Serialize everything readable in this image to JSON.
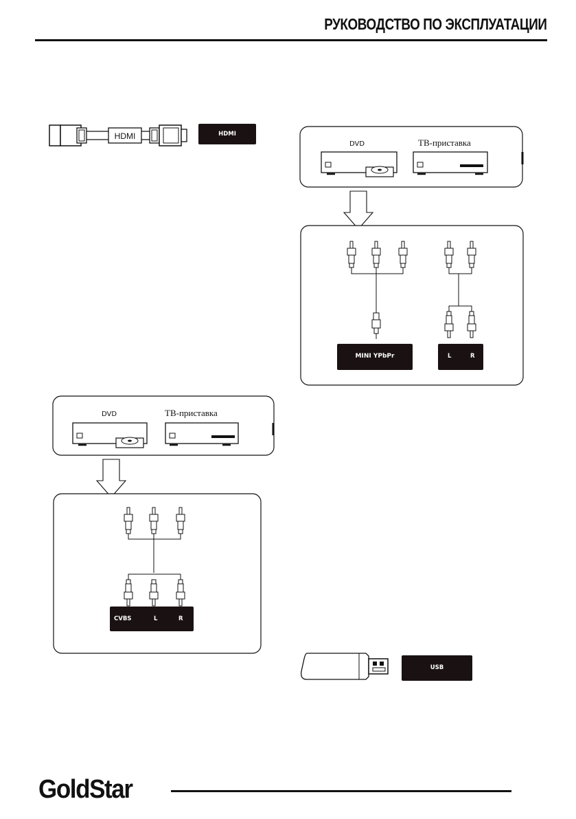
{
  "header": {
    "title": "РУКОВОДСТВО ПО ЭКСПЛУАТАЦИИ"
  },
  "footer": {
    "brand": "GoldStar"
  },
  "hdmi": {
    "cable_label": "HDMI",
    "port_label": "HDMI"
  },
  "component": {
    "devices": {
      "dvd": "DVD",
      "stb": "ТВ-приставка"
    },
    "port_video": "MINI YPbPr",
    "port_audio_l": "L",
    "port_audio_r": "R"
  },
  "composite": {
    "devices": {
      "dvd": "DVD",
      "stb": "ТВ-приставка"
    },
    "port_cvbs": "CVBS",
    "port_l": "L",
    "port_r": "R"
  },
  "usb": {
    "port_label": "USB"
  }
}
